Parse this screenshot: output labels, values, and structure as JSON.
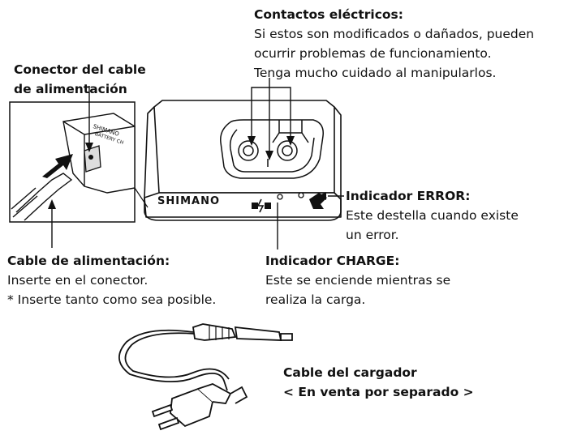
{
  "contacts": {
    "title": "Contactos eléctricos:",
    "lines": [
      "Si estos son modificados o dañados, pueden",
      "ocurrir problemas de funcionamiento.",
      "Tenga mucho cuidado al manipularlos."
    ]
  },
  "power_connector": {
    "title_lines": [
      "Conector del cable",
      "de alimentación"
    ]
  },
  "power_cable": {
    "title": "Cable de alimentación:",
    "lines": [
      "Inserte en el conector.",
      "* Inserte tanto como sea posible."
    ]
  },
  "charge_indicator": {
    "title": "Indicador CHARGE:",
    "lines": [
      "Este se enciende mientras se",
      "realiza la carga."
    ]
  },
  "error_indicator": {
    "title": "Indicador ERROR:",
    "lines": [
      "Este destella cuando existe",
      "un error."
    ]
  },
  "charger_cable": {
    "title": "Cable del cargador",
    "note": "< En venta por separado >"
  },
  "device": {
    "brand": "SHIMANO",
    "side_brand": "SHIMANO",
    "side_label": "BATTERY CH"
  }
}
